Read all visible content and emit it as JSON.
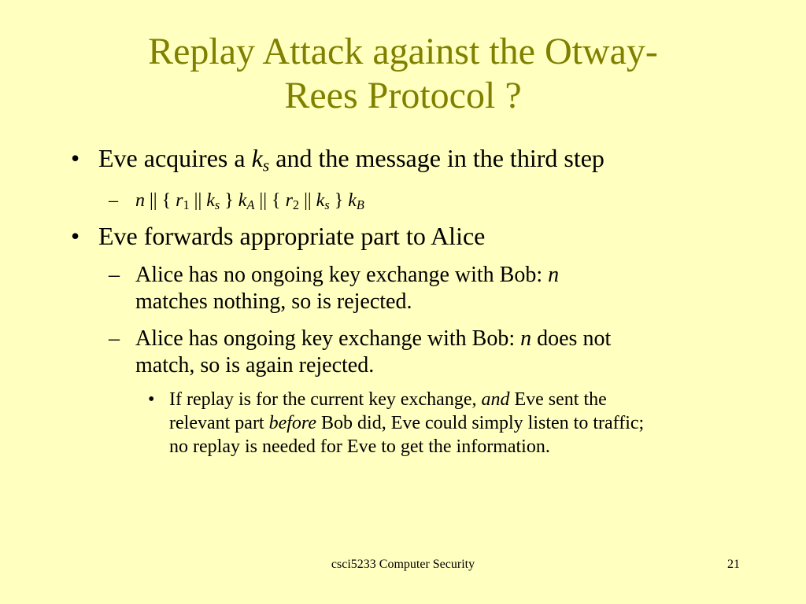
{
  "slide": {
    "title_line1": "Replay Attack against the Otway-",
    "title_line2": "Rees Protocol ?",
    "colors": {
      "background": "#ffffc0",
      "title": "#808000",
      "text": "#000000"
    },
    "bullets": {
      "b1": {
        "marker": "•",
        "pre": "Eve acquires a ",
        "k": "k",
        "k_sub": "s",
        "post": " and the message in the third step"
      },
      "formula": {
        "marker": "–",
        "n": "n",
        "op1": " || { ",
        "r1": "r",
        "r1_sub": "1",
        "op2": " || ",
        "ks1": "k",
        "ks1_sub": "s",
        "op3": " } ",
        "kA": "k",
        "kA_sub": "A",
        "op4": " || { ",
        "r2": "r",
        "r2_sub": "2",
        "op5": " || ",
        "ks2": "k",
        "ks2_sub": "s",
        "op6": " } ",
        "kB": "k",
        "kB_sub": "B"
      },
      "b2": {
        "marker": "•",
        "text": "Eve forwards appropriate part to Alice"
      },
      "s1": {
        "marker": "–",
        "pre": "Alice has no ongoing key exchange with Bob: ",
        "n": "n",
        "line2": "matches nothing, so is rejected."
      },
      "s2": {
        "marker": "–",
        "pre": "Alice has ongoing key exchange with Bob: ",
        "n": "n",
        "post": " does not",
        "line2": "match, so is again rejected."
      },
      "t1": {
        "marker": "•",
        "line1_pre": "If replay is for the current key exchange, ",
        "line1_em": "and",
        "line1_post": " Eve sent the",
        "line2_pre": "relevant part ",
        "line2_em": "before",
        "line2_post": " Bob did, Eve could simply listen to traffic;",
        "line3": "no replay is needed for Eve to get the information."
      }
    },
    "footer": {
      "course": "csci5233 Computer Security",
      "page_number": "21"
    }
  }
}
